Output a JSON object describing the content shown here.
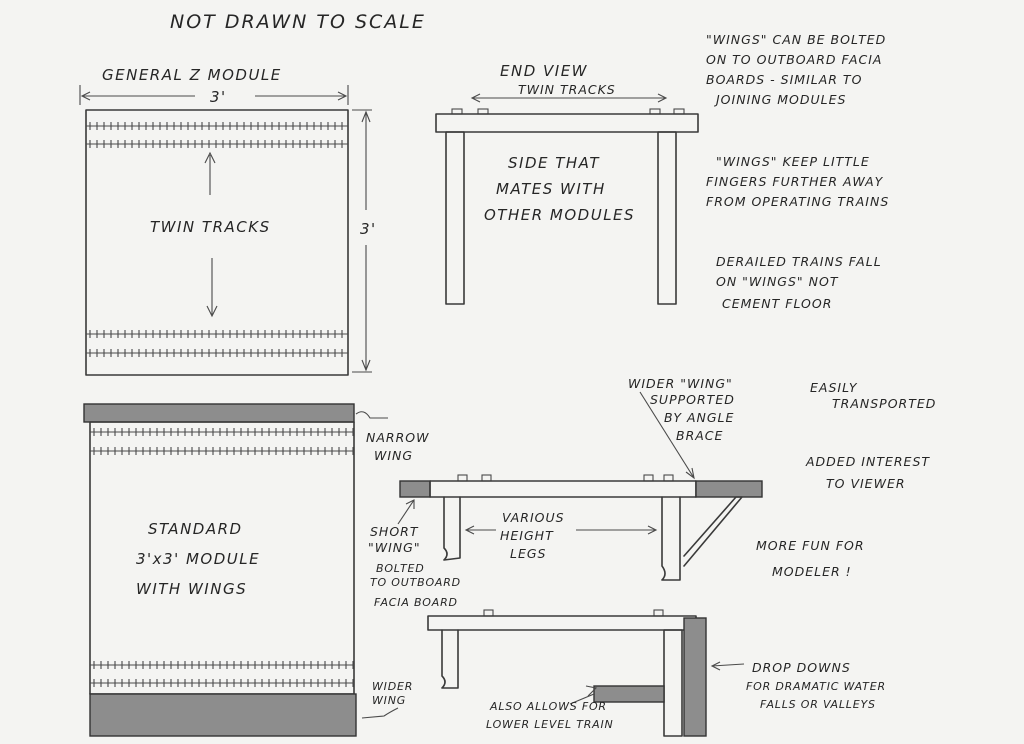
{
  "title": "NOT DRAWN TO SCALE",
  "general_module": {
    "heading": "GENERAL Z MODULE",
    "width": "3'",
    "height": "3'",
    "center": "TWIN TRACKS"
  },
  "end_view": {
    "heading": "END VIEW",
    "track_label": "TWIN TRACKS",
    "side_lines": [
      "SIDE THAT",
      "MATES WITH",
      "OTHER MODULES"
    ]
  },
  "notes": {
    "bolted": [
      "\"WINGS\" CAN BE BOLTED",
      "ON TO OUTBOARD FACIA",
      "BOARDS - SIMILAR TO",
      "JOINING MODULES"
    ],
    "fingers": [
      "\"WINGS\" KEEP LITTLE",
      "FINGERS FURTHER AWAY",
      "FROM OPERATING TRAINS"
    ],
    "derailed": [
      "DERAILED TRAINS FALL",
      "ON \"WINGS\" NOT",
      "CEMENT FLOOR"
    ]
  },
  "standard": {
    "narrow_wing": [
      "NARROW",
      "WING"
    ],
    "center": [
      "STANDARD",
      "3'x3' MODULE",
      "WITH WINGS"
    ],
    "wider_wing": [
      "WIDER",
      "WING"
    ]
  },
  "wing_view": {
    "wider_wing_note": [
      "WIDER \"WING\"",
      "SUPPORTED",
      "BY ANGLE",
      "BRACE"
    ],
    "short_wing": [
      "SHORT",
      "\"WING\"",
      "BOLTED",
      "TO OUTBOARD",
      "FACIA BOARD"
    ],
    "legs": [
      "VARIOUS",
      "HEIGHT",
      "LEGS"
    ]
  },
  "benefits": {
    "transported": [
      "EASILY",
      "TRANSPORTED"
    ],
    "interest": [
      "ADDED INTEREST",
      "TO VIEWER"
    ],
    "fun": [
      "MORE FUN FOR",
      "MODELER !"
    ]
  },
  "drop_view": {
    "drop_downs": [
      "DROP DOWNS",
      "FOR DRAMATIC WATER",
      "FALLS OR VALLEYS"
    ],
    "lower_level": [
      "ALSO ALLOWS FOR",
      "LOWER LEVEL TRAIN"
    ]
  },
  "colors": {
    "paper": "#f4f4f2",
    "pencil": "#3a3a3a",
    "wing_shade": "#8d8d8d"
  }
}
